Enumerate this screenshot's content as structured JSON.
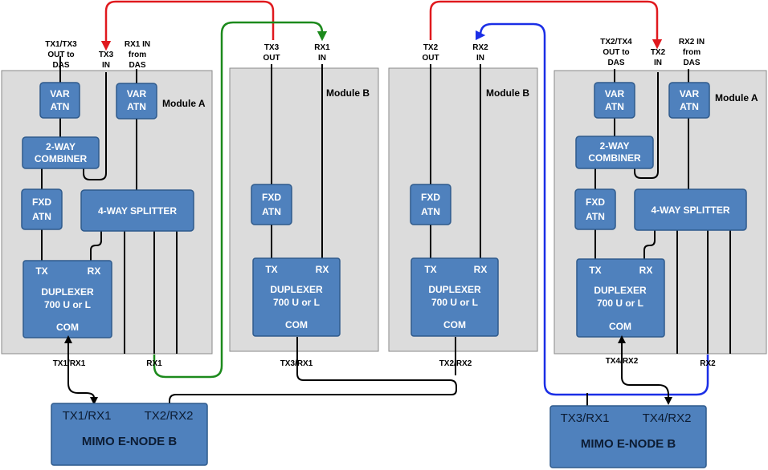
{
  "blocks": {
    "var_atn": [
      "VAR",
      "ATN"
    ],
    "combiner": [
      "2-WAY",
      "COMBINER"
    ],
    "fxd_atn": [
      "FXD",
      "ATN"
    ],
    "splitter": "4-WAY SPLITTER",
    "duplexer_ports": {
      "tx": "TX",
      "rx": "RX"
    },
    "duplexer": [
      "DUPLEXER",
      "700 U or L"
    ],
    "com": "COM"
  },
  "modules": {
    "m1": {
      "title": "Module A",
      "top_labels": {
        "out": [
          "TX1/TX3",
          "OUT to",
          "DAS"
        ],
        "tx_in": [
          "TX3",
          "IN"
        ],
        "rx_in": [
          "RX1 IN",
          "from",
          "DAS"
        ]
      },
      "bottom_labels": {
        "com": "TX1/RX1",
        "rx": "RX1"
      }
    },
    "m2": {
      "title": "Module B",
      "top_labels": {
        "tx_out": [
          "TX3",
          "OUT"
        ],
        "rx_in": [
          "RX1",
          "IN"
        ]
      },
      "bottom_labels": {
        "com": "TX3/RX1"
      }
    },
    "m3": {
      "title": "Module B",
      "top_labels": {
        "tx_out": [
          "TX2",
          "OUT"
        ],
        "rx_in": [
          "RX2",
          "IN"
        ]
      },
      "bottom_labels": {
        "com": "TX2/RX2"
      }
    },
    "m4": {
      "title": "Module A",
      "top_labels": {
        "out": [
          "TX2/TX4",
          "OUT to",
          "DAS"
        ],
        "tx_in": [
          "TX2",
          "IN"
        ],
        "rx_in": [
          "RX2 IN",
          "from",
          "DAS"
        ]
      },
      "bottom_labels": {
        "com": "TX4/RX2",
        "rx": "RX2"
      }
    }
  },
  "enodebs": {
    "left": {
      "port1": "TX1/RX1",
      "port2": "TX2/RX2",
      "title": "MIMO E-NODE B"
    },
    "right": {
      "port1": "TX3/RX1",
      "port2": "TX4/RX2",
      "title": "MIMO E-NODE B"
    }
  },
  "colors": {
    "block": "#4f81bd",
    "panel": "#dcdcdc",
    "red_link": "#e0191e",
    "green_link": "#1c8a1c",
    "blue_link": "#1a2ee6"
  }
}
